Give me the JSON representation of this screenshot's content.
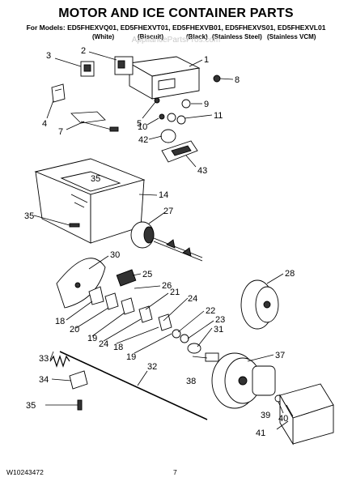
{
  "header": {
    "title": "MOTOR AND ICE CONTAINER PARTS",
    "models_line": "For Models: ED5FHEXVQ01, ED5FHEXVT01, ED5FHEXVB01, ED5FHEXVS01, ED5FHEXVL01",
    "colors": [
      "(White)",
      "(Biscuit)",
      "(Black)",
      "(Stainless Steel)",
      "(Stainless VCM)"
    ]
  },
  "watermark": "AppliancePartsPros.com",
  "callouts": [
    "1",
    "2",
    "3",
    "4",
    "5",
    "7",
    "8",
    "9",
    "10",
    "11",
    "42",
    "43",
    "35",
    "14",
    "27",
    "35",
    "30",
    "25",
    "26",
    "28",
    "18",
    "20",
    "19",
    "24",
    "21",
    "24",
    "22",
    "23",
    "31",
    "18",
    "19",
    "37",
    "33",
    "32",
    "38",
    "34",
    "39",
    "40",
    "35",
    "41"
  ],
  "footer": {
    "doc_number": "W10243472",
    "page_number": "7"
  }
}
